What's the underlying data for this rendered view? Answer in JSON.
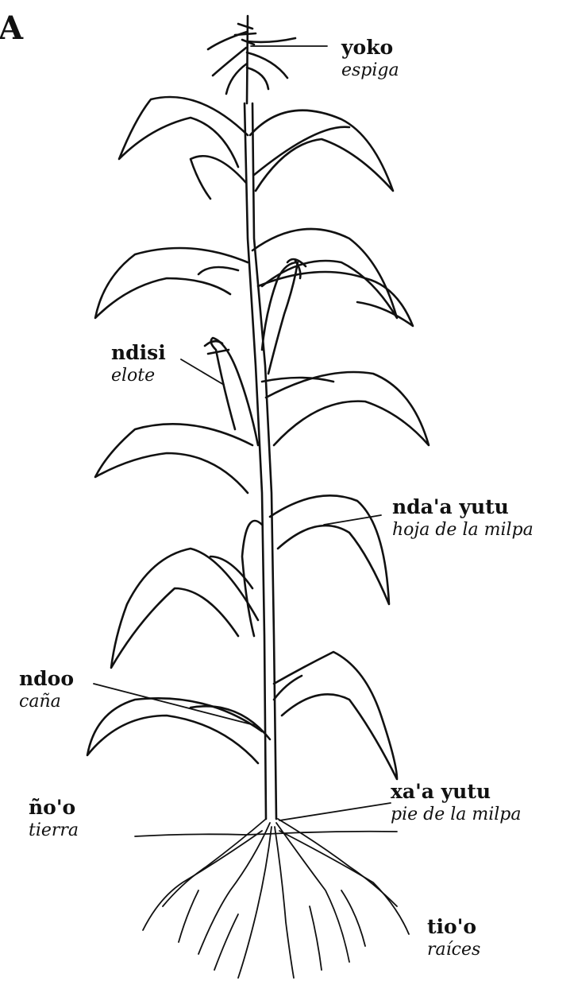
{
  "panel_letter": "A",
  "colors": {
    "ink": "#111111",
    "background": "#ffffff"
  },
  "labels": {
    "yoko": {
      "name": "yoko",
      "gloss": "espiga"
    },
    "ndisi": {
      "name": "ndisi",
      "gloss": "elote"
    },
    "ndaa": {
      "name": "nda'a yutu",
      "gloss": "hoja de la milpa"
    },
    "ndoo": {
      "name": "ndoo",
      "gloss": "caña"
    },
    "xaa": {
      "name": "xa'a yutu",
      "gloss": "pie de la milpa"
    },
    "noo": {
      "name": "ño'o",
      "gloss": "tierra"
    },
    "tioo": {
      "name": "tio'o",
      "gloss": "raíces"
    }
  }
}
